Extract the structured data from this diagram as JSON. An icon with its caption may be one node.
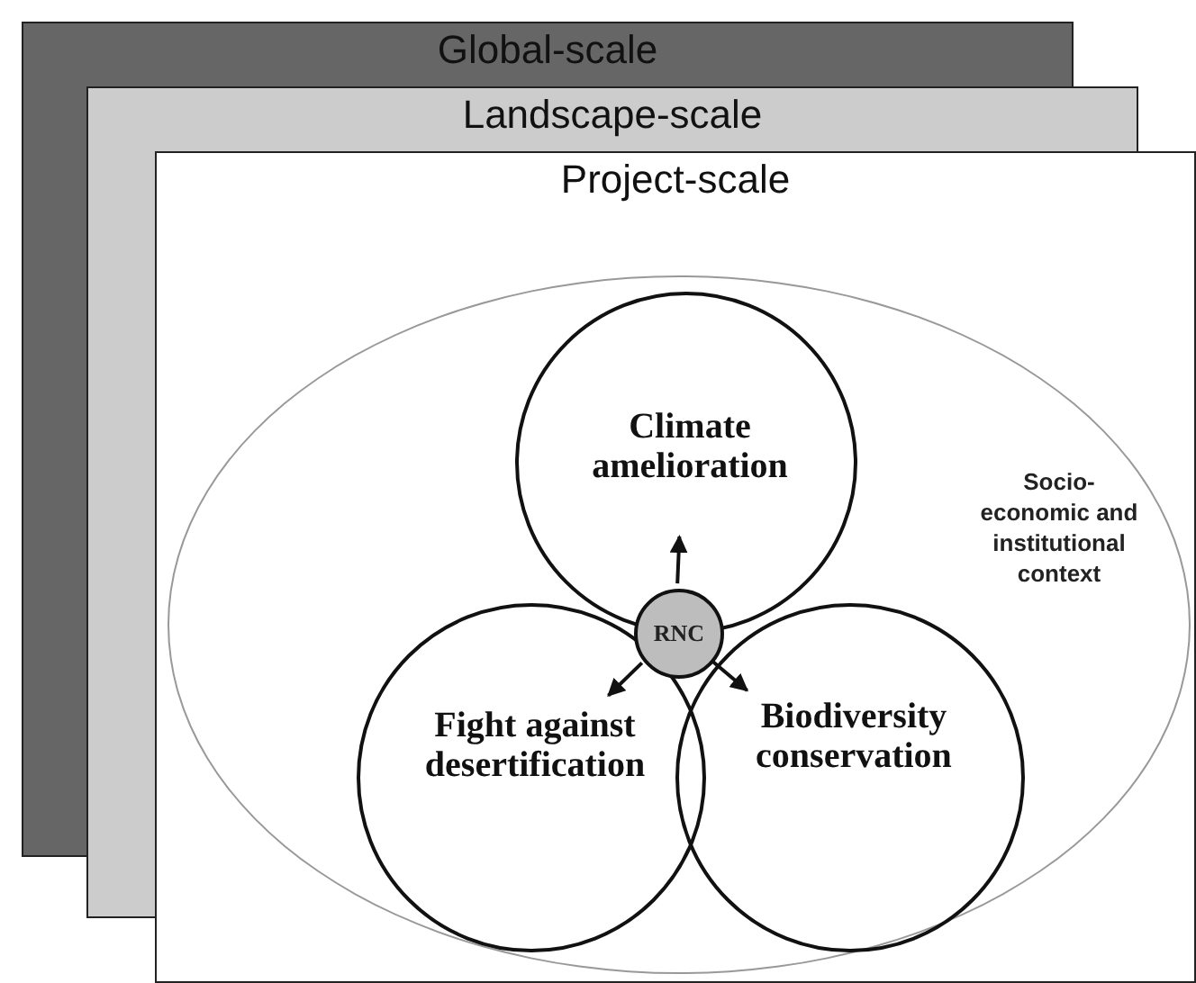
{
  "diagram": {
    "nodes": [
      {
        "text": [
          "Global-scale"
        ]
      },
      {
        "text": [
          "Landscape-scale"
        ]
      },
      {
        "text": [
          "Project-scale"
        ]
      },
      {
        "text": [
          "Socio-economic and institutional context"
        ],
        "in": 2
      },
      {
        "text": [
          "Climate amelioration"
        ],
        "in": 3
      },
      {
        "text": [
          "Fight against desertification"
        ],
        "in": 3
      },
      {
        "text": [
          "Biodiversity conservation"
        ],
        "in": 3
      },
      {
        "text": [
          "RNC"
        ],
        "in": 3
      }
    ],
    "edges": [
      {
        "from": 7,
        "to": 4,
        "arrow": "to"
      },
      {
        "from": 7,
        "to": 5,
        "arrow": "to"
      },
      {
        "from": 7,
        "to": 6,
        "arrow": "to"
      }
    ]
  }
}
